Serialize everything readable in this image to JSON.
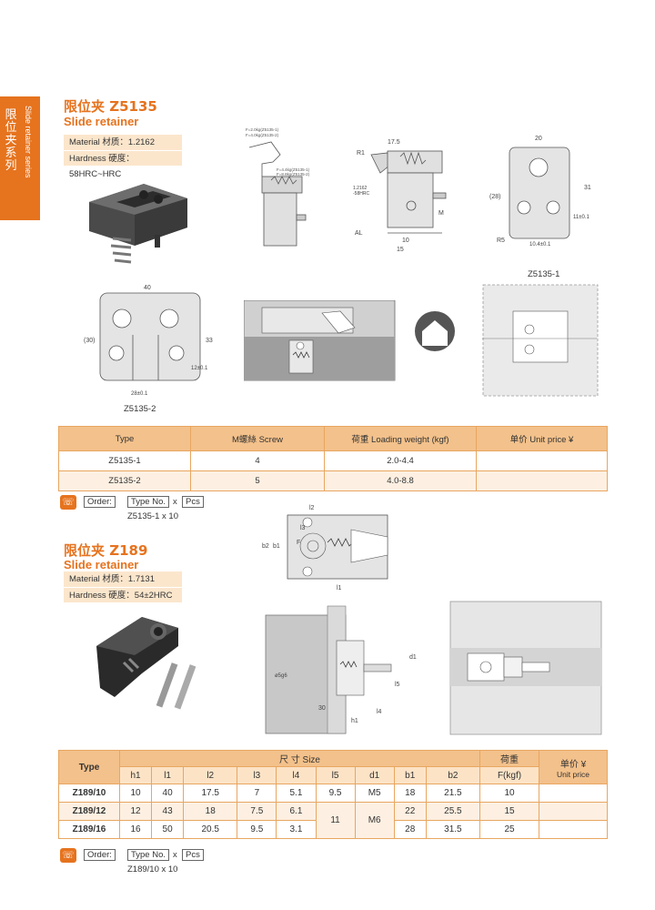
{
  "side_tab": {
    "cn": "限位夹系列",
    "en": "Slide retainer series"
  },
  "sections": [
    {
      "title_cn": "限位夹 Z5135",
      "title_en": "Slide retainer",
      "material": "Material 材质：1.2162",
      "hardness": "Hardness 硬度：58HRC~HRC"
    },
    {
      "title_cn": "限位夹 Z189",
      "title_en": "Slide retainer",
      "material": "Material 材质：1.7131",
      "hardness": "Hardness 硬度：54±2HRC"
    }
  ],
  "captions": {
    "z5135_1": "Z5135-1",
    "z5135_2": "Z5135-2"
  },
  "drawing_labels": {
    "d20": "20",
    "d31": "31",
    "d28": "(28)",
    "d11": "11±0.1",
    "d104": "10.4±0.1",
    "r5": "R5",
    "d40": "40",
    "d30": "(30)",
    "d33": "33",
    "d12": "12±0.1",
    "d281": "28±0.1",
    "d175": "17.5",
    "d10": "10",
    "d15": "15",
    "al": "AL",
    "m": "M",
    "r1": "R1",
    "f1": "F=2.0kg(Z5135-1)",
    "f2": "F=4.0kg(Z5135-2)",
    "f3": "F=4.4kg(Z5135-1)",
    "f4": "F=8.8kg(Z5135-2)",
    "mat": "1.2162",
    "hrc": "-58HRC",
    "l1": "l1",
    "l2": "l2",
    "l3": "l3",
    "b1": "b1",
    "b2": "b2",
    "fl": "F",
    "d1": "d1",
    "h1": "h1",
    "l4": "l4",
    "l5": "l5",
    "d30b": "30",
    "d5g": "ø5g6"
  },
  "table1": {
    "headers": [
      "Type",
      "M螺絲 Screw",
      "荷重 Loading weight (kgf)",
      "单价 Unit price ¥"
    ],
    "rows": [
      [
        "Z5135-1",
        "4",
        "2.0-4.4",
        ""
      ],
      [
        "Z5135-2",
        "5",
        "4.0-8.8",
        ""
      ]
    ]
  },
  "order1": {
    "label": "Order:",
    "type_no": "Type No.",
    "x": "x",
    "pcs": "Pcs",
    "example": "Z5135-1  x  10"
  },
  "table2": {
    "type_header": "Type",
    "size_header": "尺 寸 Size",
    "load_header": "荷重",
    "load_unit": "F(kgf)",
    "price_header": "单价 ¥",
    "price_en": "Unit price",
    "cols": [
      "h1",
      "l1",
      "l2",
      "l3",
      "l4",
      "l5",
      "d1",
      "b1",
      "b2"
    ],
    "rows": [
      {
        "type": "Z189/10",
        "h1": "10",
        "l1": "40",
        "l2": "17.5",
        "l3": "7",
        "l4": "5.1",
        "l5": "9.5",
        "d1": "M5",
        "b1": "18",
        "b2": "21.5",
        "f": "10"
      },
      {
        "type": "Z189/12",
        "h1": "12",
        "l1": "43",
        "l2": "18",
        "l3": "7.5",
        "l4": "6.1",
        "l5": "11",
        "d1": "M6",
        "b1": "22",
        "b2": "25.5",
        "f": "15"
      },
      {
        "type": "Z189/16",
        "h1": "16",
        "l1": "50",
        "l2": "20.5",
        "l3": "9.5",
        "l4": "3.1",
        "l5": "",
        "d1": "",
        "b1": "28",
        "b2": "31.5",
        "f": "25"
      }
    ]
  },
  "order2": {
    "label": "Order:",
    "type_no": "Type No.",
    "x": "x",
    "pcs": "Pcs",
    "example": "Z189/10  x  10"
  }
}
